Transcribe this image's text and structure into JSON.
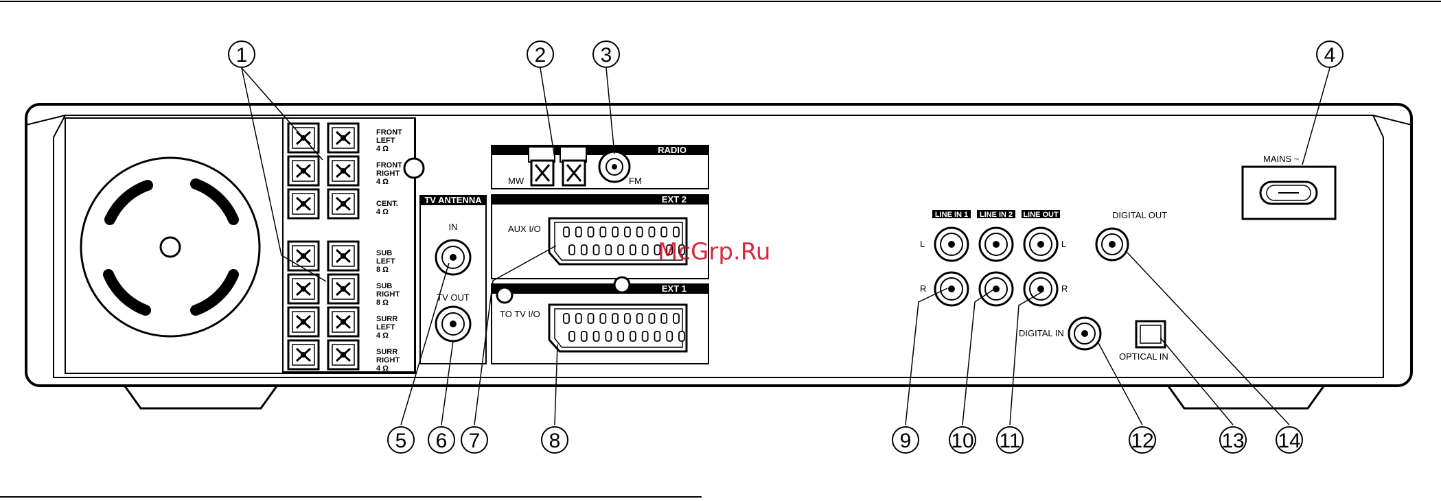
{
  "callouts": [
    "1",
    "2",
    "3",
    "4",
    "5",
    "6",
    "7",
    "8",
    "9",
    "10",
    "11",
    "12",
    "13",
    "14"
  ],
  "speakers": {
    "front_left": [
      "FRONT",
      "LEFT",
      "4 Ω"
    ],
    "front_right": [
      "FRONT",
      "RIGHT",
      "4 Ω"
    ],
    "cent": [
      "CENT.",
      "4 Ω"
    ],
    "sub_left": [
      "SUB",
      "LEFT",
      "8 Ω"
    ],
    "sub_right": [
      "SUB",
      "RIGHT",
      "8 Ω"
    ],
    "surr_left": [
      "SURR",
      "LEFT",
      "4 Ω"
    ],
    "surr_right": [
      "SURR",
      "RIGHT",
      "4 Ω"
    ]
  },
  "radio": {
    "header": "RADIO",
    "mw": "MW",
    "fm": "FM"
  },
  "tv_antenna": {
    "header": "TV ANTENNA",
    "in": "IN",
    "tv_out": "TV OUT"
  },
  "ext2": {
    "header": "EXT 2",
    "label": "AUX I/O"
  },
  "ext1": {
    "header": "EXT 1",
    "label": "TO TV I/O"
  },
  "audio": {
    "line_in_1": "LINE IN 1",
    "line_in_2": "LINE IN 2",
    "line_out": "LINE OUT",
    "l": "L",
    "r": "R",
    "digital_out": "DIGITAL OUT",
    "digital_in": "DIGITAL IN",
    "optical_in": "OPTICAL IN"
  },
  "mains": "MAINS ~",
  "watermark": "McGrp.Ru",
  "colors": {
    "ink": "#000000",
    "panel_fill": "#ffffff",
    "watermark": "#d9001b"
  }
}
